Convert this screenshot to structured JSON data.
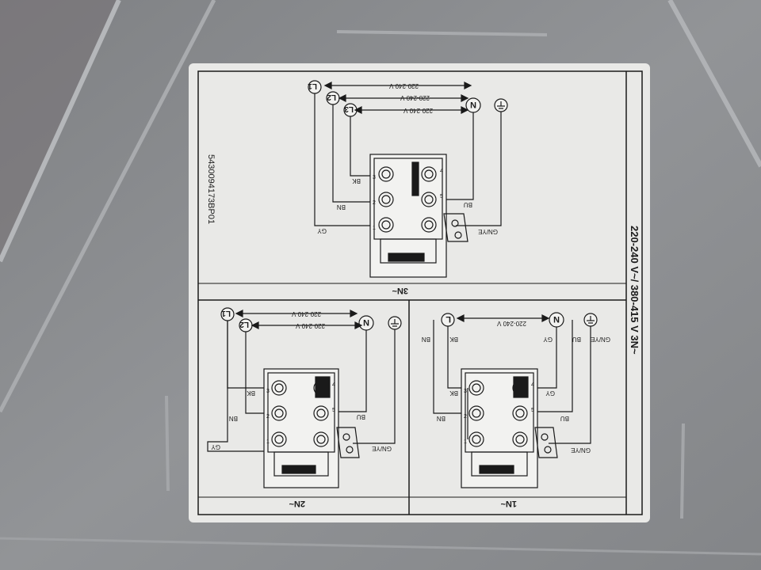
{
  "colors": {
    "metal": "#8d8f92",
    "metal_dark": "#6f7174",
    "metal_light": "#b3b5b8",
    "label_bg": "#e9e9e7",
    "line": "#1a1a1a",
    "terminal_fill": "#f2f2f0"
  },
  "label": {
    "part_number": "5430094173BP01",
    "supply_rating": "220-240 V~/ 380-415 V 3N~"
  },
  "panels": {
    "three_phase": {
      "title": "3N~",
      "terminals": {
        "l1": "L1",
        "l2": "L2",
        "l3": "L3",
        "neutral": "N",
        "earth": "earth-symbol"
      },
      "voltages": [
        "220-240 V",
        "220-240 V",
        "220-240 V"
      ],
      "wires": {
        "bk": "BK",
        "bn": "BN",
        "gy": "GY",
        "bu": "BU",
        "gnye": "GN/YE"
      },
      "block_numbers": [
        "1",
        "2",
        "3",
        "4",
        "5"
      ]
    },
    "two_phase": {
      "title": "2N~",
      "terminals": {
        "l1": "L1",
        "l2": "L2",
        "neutral": "N",
        "earth": "earth-symbol"
      },
      "voltages": [
        "220-240 V",
        "220-240 V"
      ],
      "wires": {
        "bk": "BK",
        "bn": "BN",
        "gy": "GY",
        "bu": "BU",
        "gnye": "GN/YE"
      },
      "block_numbers": [
        "1",
        "2",
        "3",
        "4",
        "5"
      ]
    },
    "single_phase": {
      "title": "1N~",
      "terminals": {
        "l": "L",
        "neutral": "N",
        "earth": "earth-symbol"
      },
      "voltages": [
        "220-240 V"
      ],
      "wires": {
        "bn": "BN",
        "bk": "BK",
        "gy": "GY",
        "bu": "BU",
        "gnye": "GN/YE",
        "gy2": "GY"
      },
      "block_numbers": [
        "1",
        "2",
        "3",
        "4",
        "5"
      ]
    }
  }
}
